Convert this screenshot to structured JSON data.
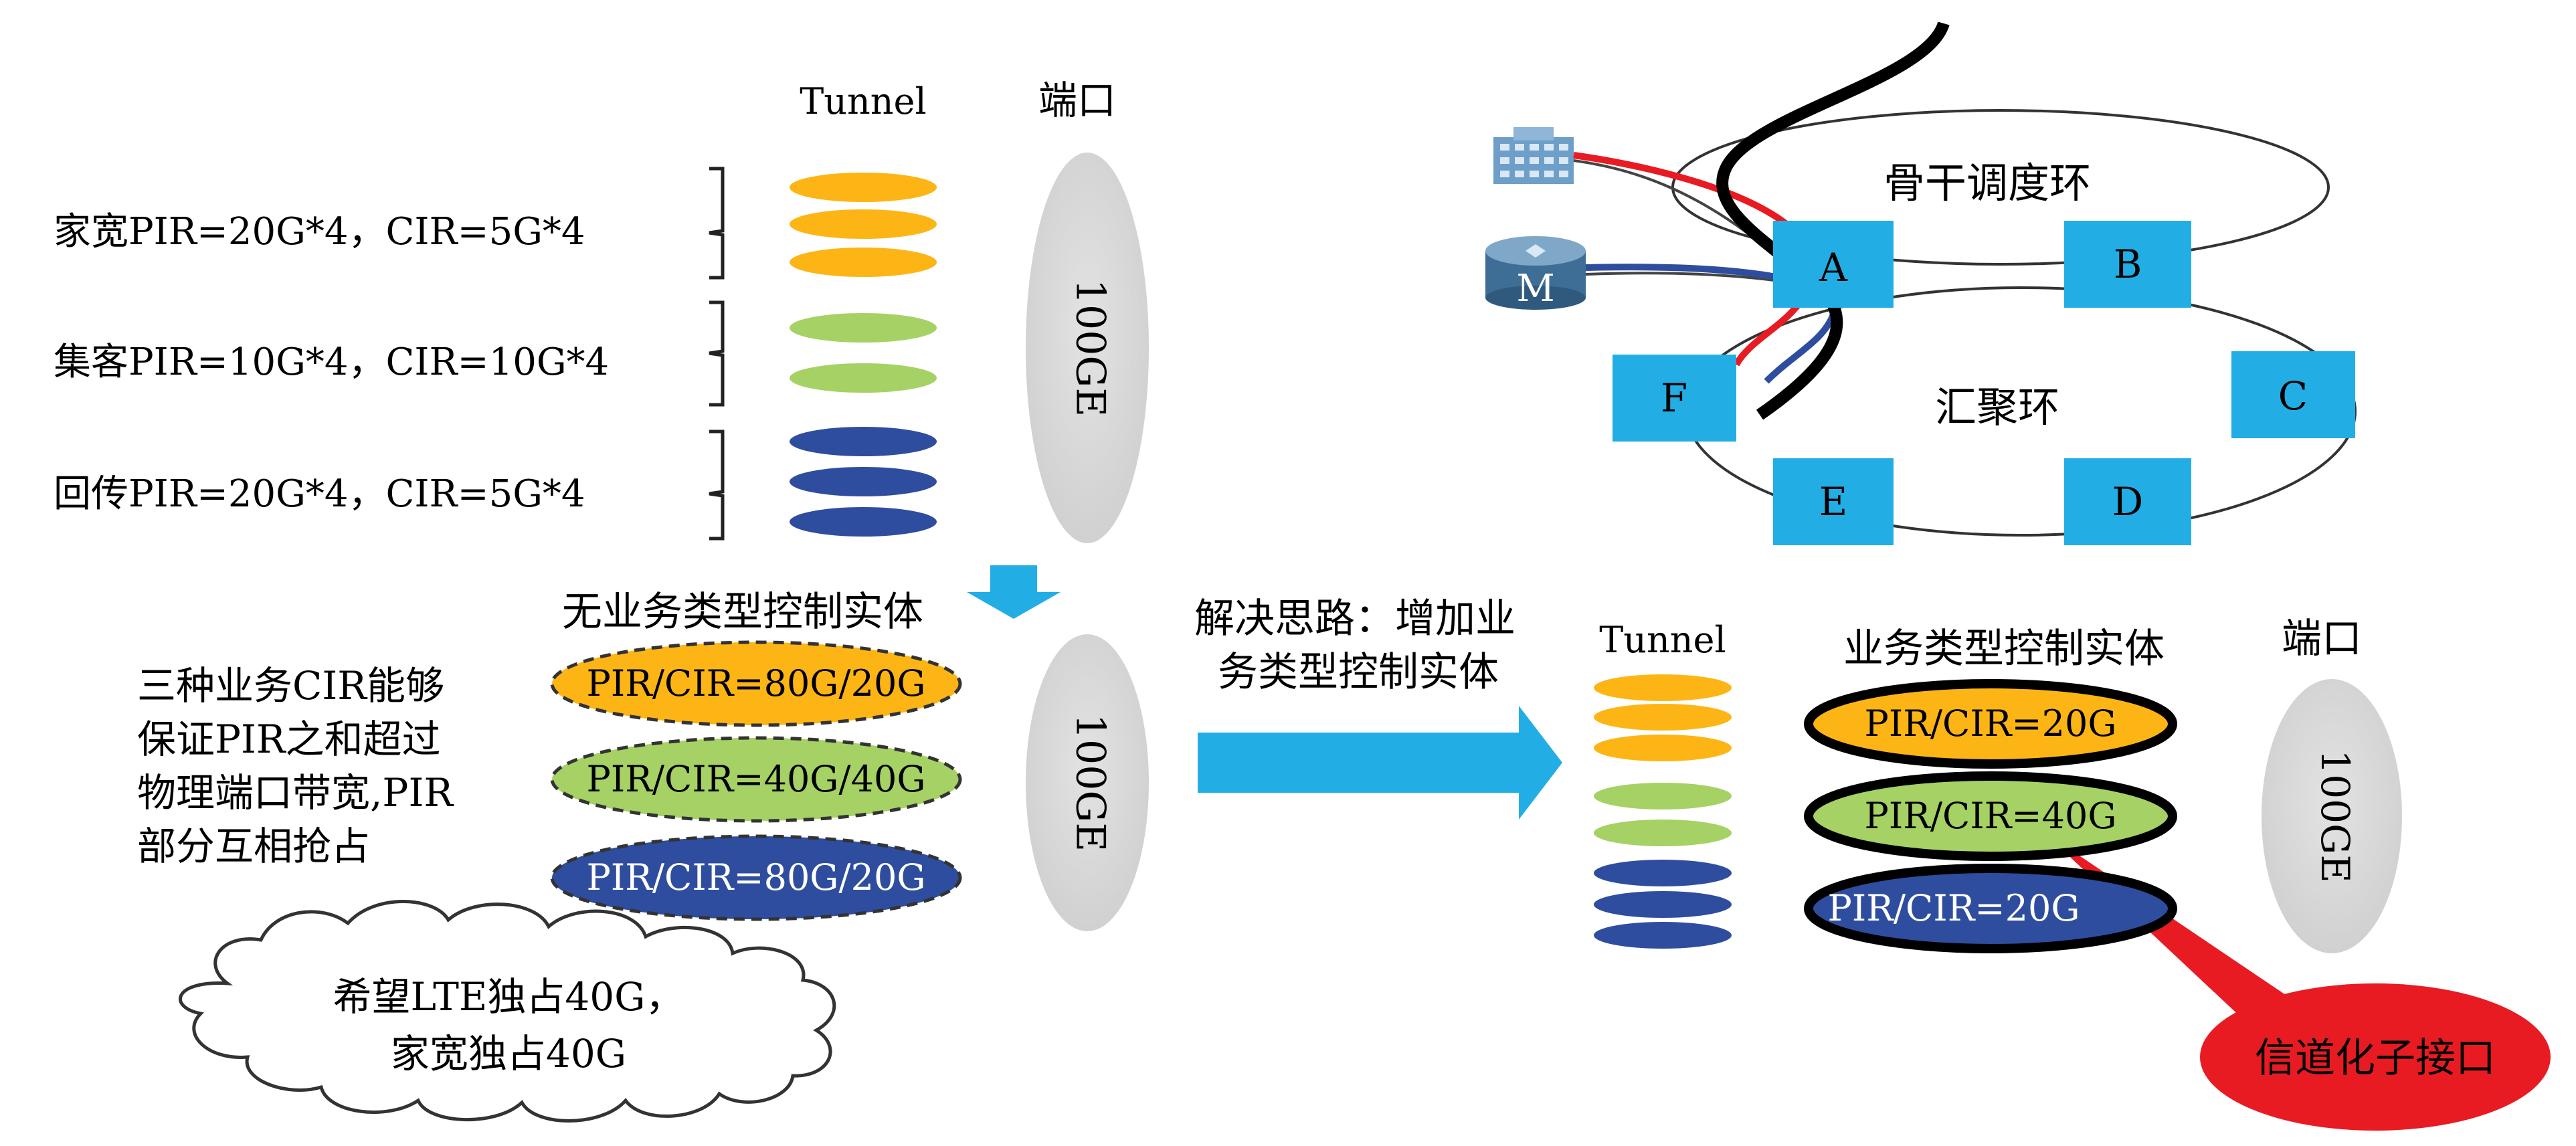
{
  "colors": {
    "orange": "#FDB515",
    "green": "#A6D164",
    "blue": "#2E4D9E",
    "cyan": "#22AEE4",
    "gray": "#D9D9D9",
    "red": "#E81B23"
  },
  "left": {
    "tunnel_header": "Tunnel",
    "port_header": "端口",
    "services": [
      {
        "label": "家宽PIR=20G*4，CIR=5G*4",
        "color": "orange"
      },
      {
        "label": "集客PIR=10G*4，CIR=10G*4",
        "color": "green"
      },
      {
        "label": "回传PIR=20G*4，CIR=5G*4",
        "color": "blue"
      }
    ],
    "port_top": "100GE",
    "no_entity_title": "无业务类型控制实体",
    "problem_lines": [
      "三种业务CIR能够",
      "保证PIR之和超过",
      "物理端口带宽,PIR",
      "部分互相抢占"
    ],
    "entities": [
      {
        "label": "PIR/CIR=80G/20G",
        "color": "orange"
      },
      {
        "label": "PIR/CIR=40G/40G",
        "color": "green"
      },
      {
        "label": "PIR/CIR=80G/20G",
        "color": "blue"
      }
    ],
    "port_bottom": "100GE",
    "cloud_lines": [
      "希望LTE独占40G，",
      "家宽独占40G"
    ]
  },
  "solution_lines": [
    "解决思路：增加业",
    "务类型控制实体"
  ],
  "right": {
    "tunnel_header": "Tunnel",
    "entity_title": "业务类型控制实体",
    "port_header": "端口",
    "entities": [
      {
        "label": "PIR/CIR=20G",
        "color": "orange"
      },
      {
        "label": "PIR/CIR=40G",
        "color": "green"
      },
      {
        "label": "PIR/CIR=20G",
        "color": "blue"
      }
    ],
    "port": "100GE",
    "callout": "信道化子接口"
  },
  "network": {
    "backbone_ring": "骨干调度环",
    "aggregation_ring": "汇聚环",
    "nodes": [
      "A",
      "B",
      "C",
      "D",
      "E",
      "F"
    ],
    "server_icon": "M"
  }
}
